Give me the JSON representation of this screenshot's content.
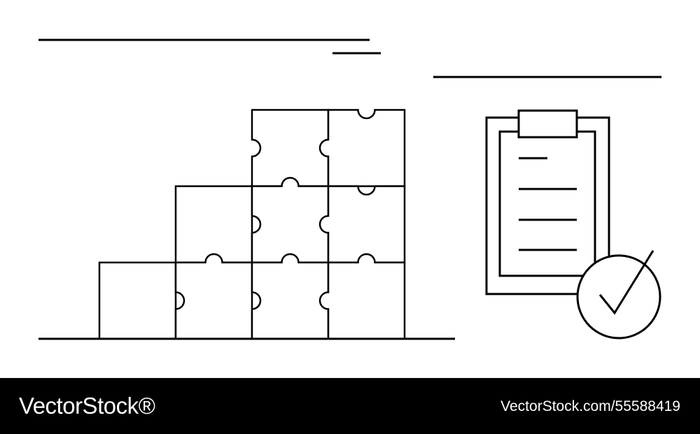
{
  "footer": {
    "brand": "VectorStock®",
    "image_id": "VectorStock.com/55588419"
  },
  "illustration": {
    "subject": "puzzle staircase with clipboard and check mark",
    "icons": [
      "puzzle-piece-icon",
      "clipboard-icon",
      "check-circle-icon"
    ],
    "colors": {
      "line": "#000000",
      "background": "#ffffff",
      "footer_bg": "#000000",
      "footer_text": "#ffffff"
    }
  }
}
